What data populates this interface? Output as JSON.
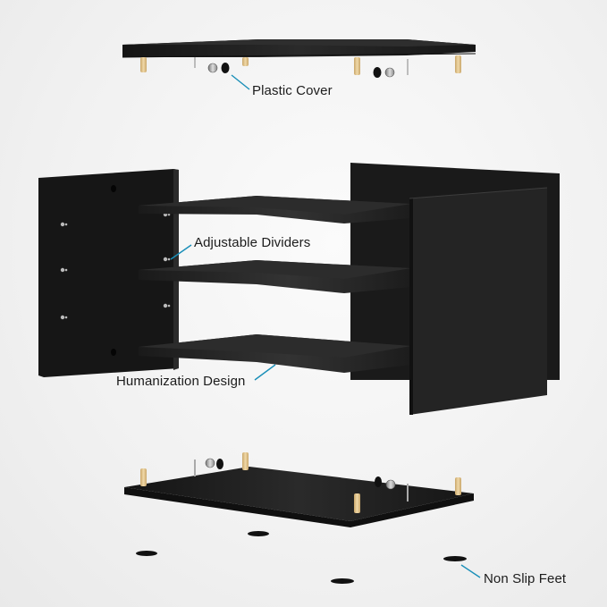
{
  "diagram": {
    "subject": "Exploded view of black monitor stand / desktop shelf",
    "colors": {
      "background": "#f2f2f2",
      "panel_black": "#1b1b1b",
      "panel_edge": "#2c2c2c",
      "dowel_wood": "#e2c48e",
      "callout_line": "#1a8fb8",
      "label_text": "#1c1c1c"
    },
    "callouts": [
      {
        "id": "plastic-cover",
        "label": "Plastic Cover"
      },
      {
        "id": "adjustable-dividers",
        "label": "Adjustable Dividers"
      },
      {
        "id": "humanization-design",
        "label": "Humanization Design"
      },
      {
        "id": "non-slip-feet",
        "label": "Non Slip Feet"
      }
    ],
    "parts": [
      "top-panel",
      "left-side-panel",
      "right-side-panel",
      "back-panel",
      "shelf-top",
      "shelf-middle",
      "shelf-bottom",
      "bottom-panel",
      "wood-dowels",
      "cam-locks",
      "cam-bolts",
      "plastic-covers",
      "non-slip-feet-pads"
    ]
  }
}
